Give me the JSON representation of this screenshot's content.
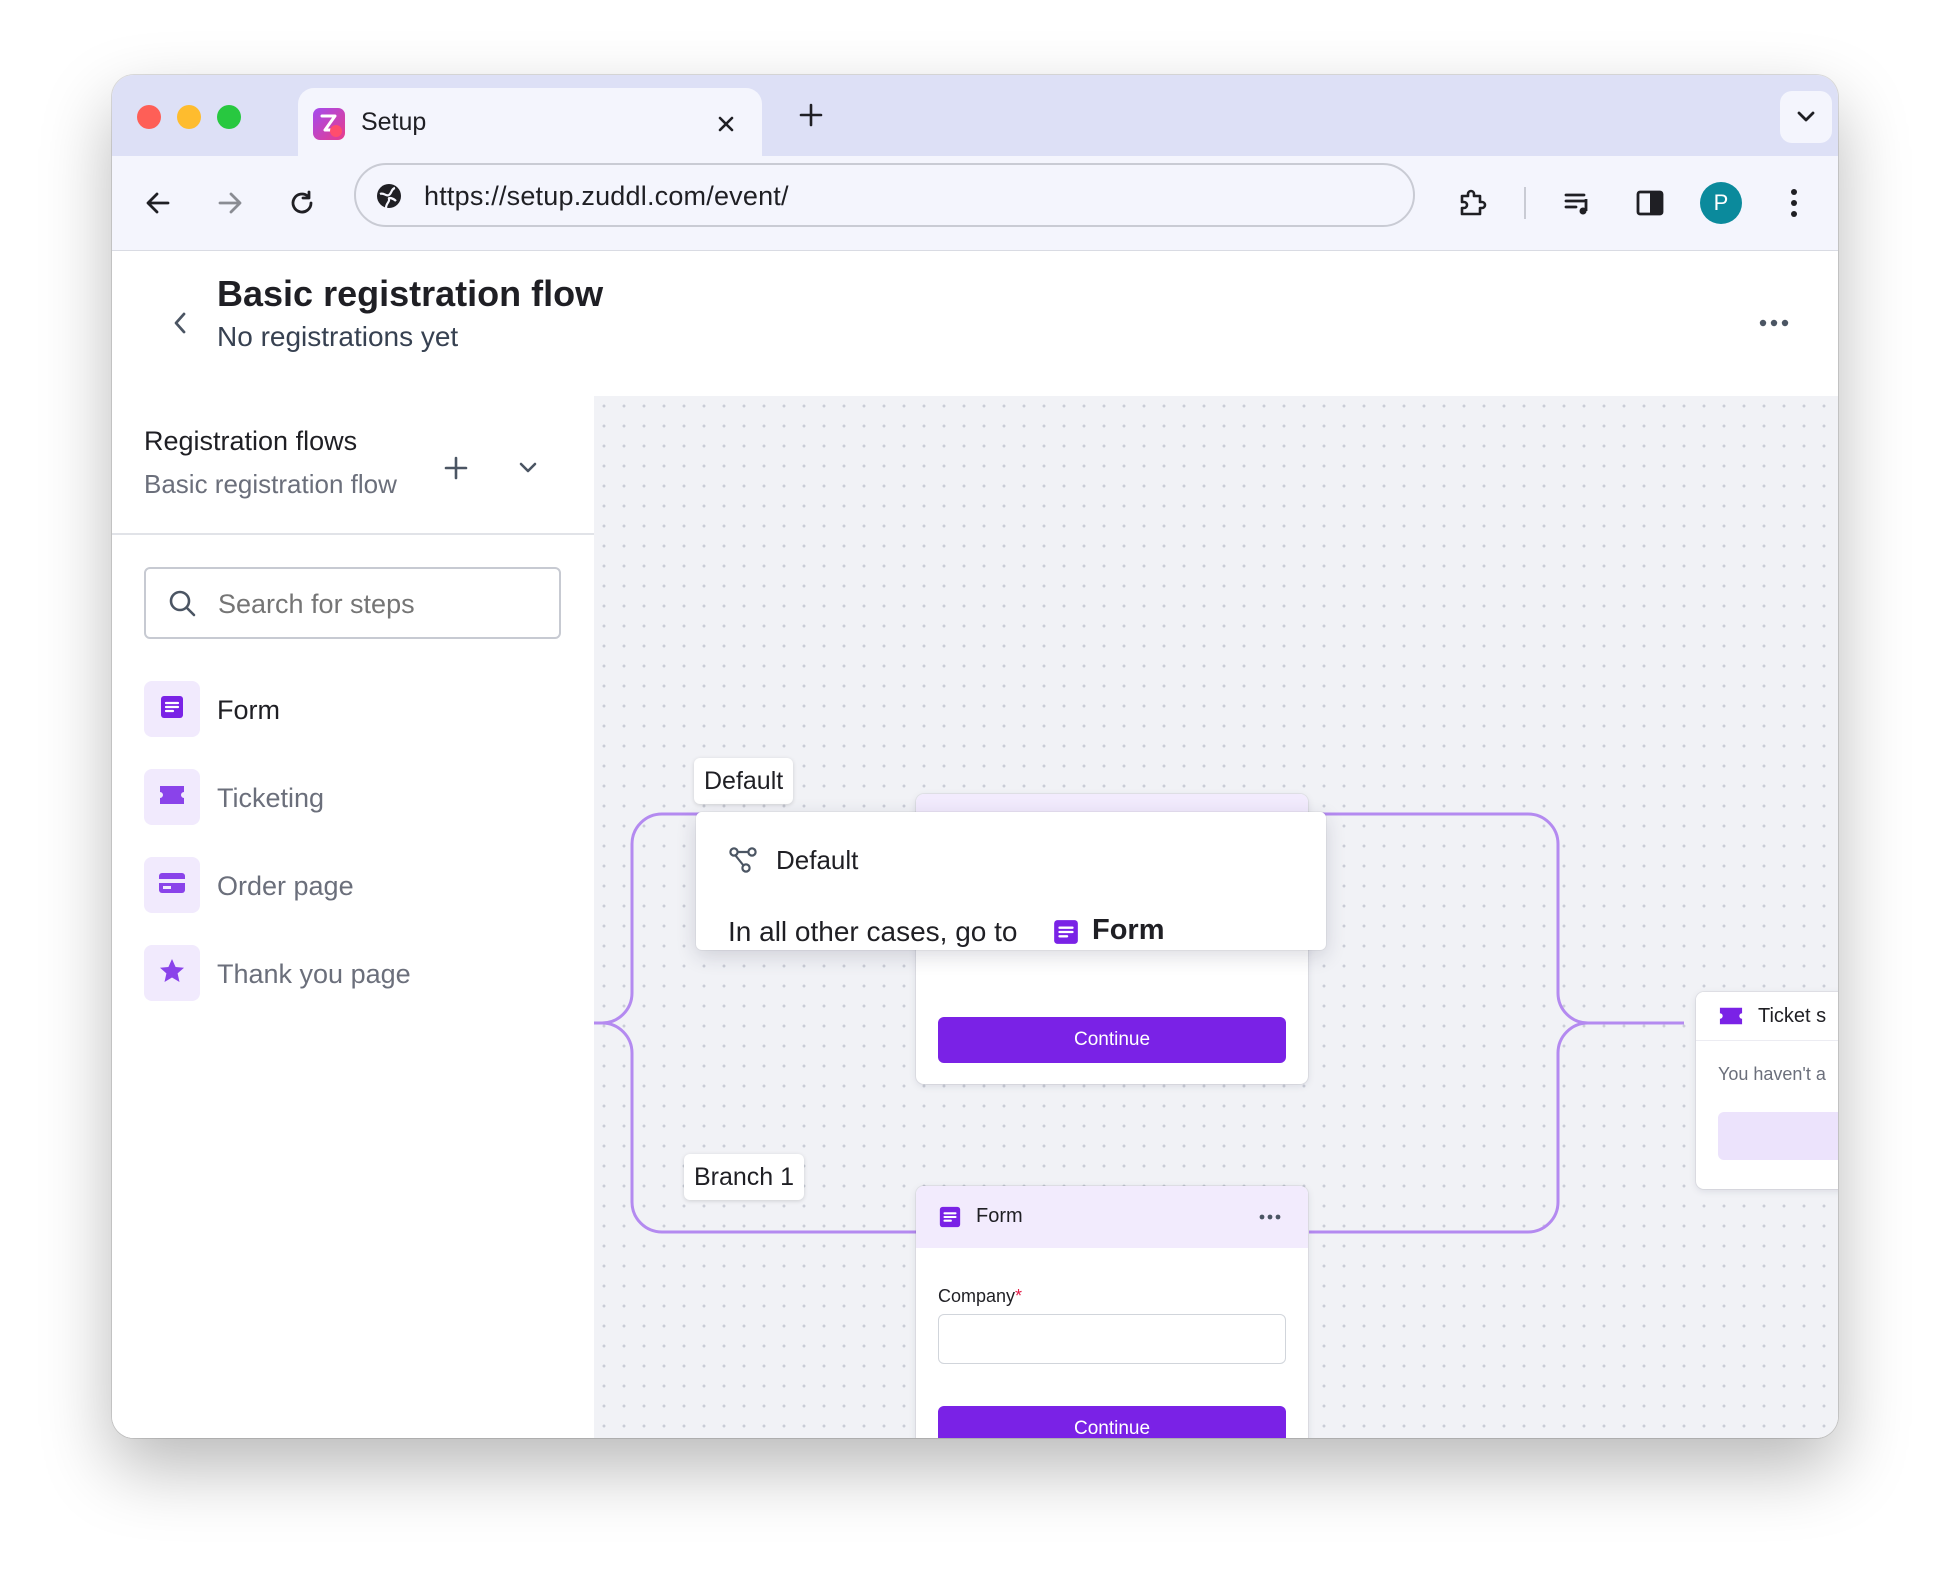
{
  "browser": {
    "tab_title": "Setup",
    "url": "https://setup.zuddl.com/event/",
    "profile_initial": "P"
  },
  "header": {
    "title": "Basic registration flow",
    "subtitle": "No registrations yet"
  },
  "sidebar": {
    "title": "Registration flows",
    "subtitle": "Basic registration flow",
    "search_placeholder": "Search for steps",
    "steps": [
      {
        "label": "Form",
        "icon": "form-icon"
      },
      {
        "label": "Ticketing",
        "icon": "ticket-icon"
      },
      {
        "label": "Order page",
        "icon": "card-icon"
      },
      {
        "label": "Thank you page",
        "icon": "star-icon"
      }
    ]
  },
  "canvas": {
    "branch_default_label": "Default",
    "branch_1_label": "Branch 1",
    "popover": {
      "title": "Default",
      "text": "In all other cases, go to",
      "target": "Form"
    },
    "default_card": {
      "button": "Continue"
    },
    "branch_card": {
      "title": "Form",
      "field_label": "Company",
      "required_mark": "*",
      "button": "Continue"
    },
    "ticket_card": {
      "title": "Ticket s",
      "text": "You haven't a"
    }
  },
  "colors": {
    "accent": "#7a22e6",
    "accent_light": "#f2ebfd",
    "connector": "#b48af0",
    "avatar": "#0b8a9c"
  }
}
